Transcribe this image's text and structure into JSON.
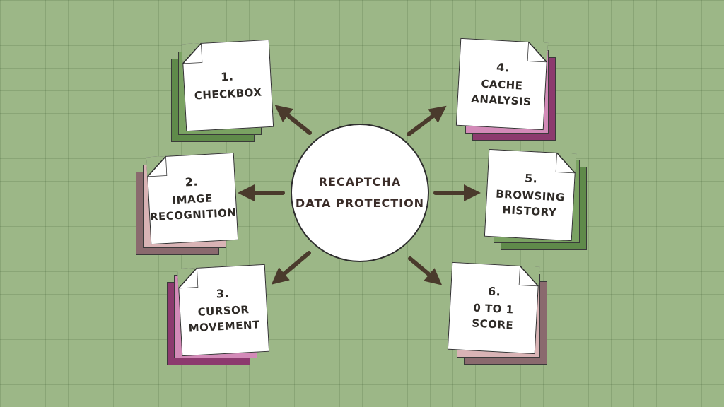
{
  "center": {
    "line1": "RECAPTCHA",
    "line2": "DATA PROTECTION"
  },
  "cards": [
    {
      "number": "1.",
      "line1": "CHECKBOX",
      "line2": ""
    },
    {
      "number": "2.",
      "line1": "IMAGE",
      "line2": "RECOGNITION"
    },
    {
      "number": "3.",
      "line1": "CURSOR",
      "line2": "MOVEMENT"
    },
    {
      "number": "4.",
      "line1": "CACHE",
      "line2": "ANALYSIS"
    },
    {
      "number": "5.",
      "line1": "BROWSING",
      "line2": "HISTORY"
    },
    {
      "number": "6.",
      "line1": "0 TO 1",
      "line2": "SCORE"
    }
  ],
  "colors": {
    "background": "#9cb787",
    "arrow": "#4a3a2c",
    "green_dark": "#5f8a4a",
    "green_light": "#7aa262",
    "mauve_dark": "#8a6a6e",
    "mauve_light": "#d9b3b5",
    "plum_dark": "#8c3a6e",
    "plum_light": "#d38ab8"
  }
}
